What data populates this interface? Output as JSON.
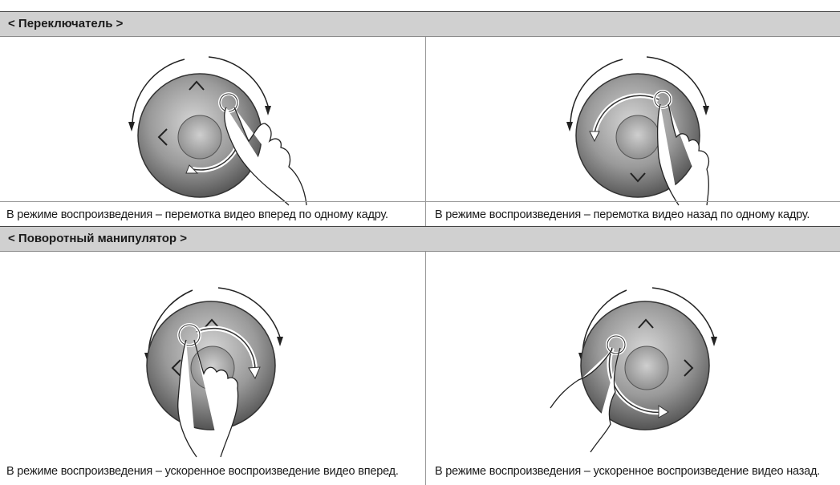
{
  "sections": [
    {
      "title": "< Переключатель >",
      "left_caption": "В режиме воспроизведения – перемотка видео вперед по одному кадру.",
      "right_caption": "В режиме воспроизведения – перемотка видео назад по одному кадру."
    },
    {
      "title": "< Поворотный манипулятор >",
      "left_caption": "В режиме воспроизведения – ускоренное воспроизведение видео вперед.",
      "right_caption": "В режиме воспроизведения – ускоренное воспроизведение видео назад."
    }
  ],
  "icons": {
    "dial": "jog-dial-icon",
    "hand": "pointing-hand-icon",
    "arrow": "rotation-arrow-icon"
  },
  "colors": {
    "header_bg": "#d0d0d0",
    "dial_dark": "#555555",
    "dial_light": "#c8c8c8"
  }
}
